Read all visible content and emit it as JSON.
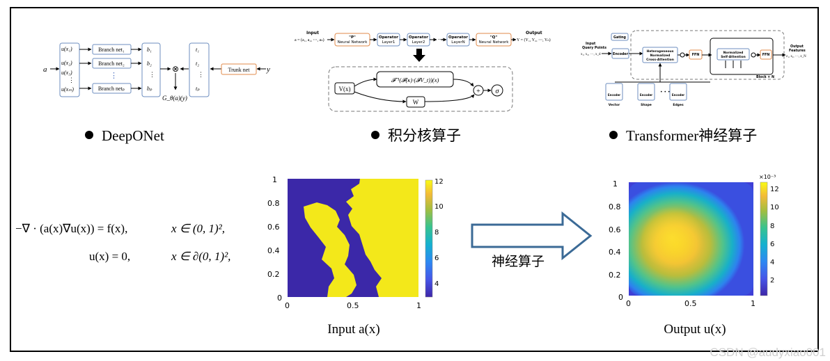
{
  "sections": {
    "deeponet": "DeepONet",
    "integral": "积分核算子",
    "transformer": "Transformer神经算子"
  },
  "deeponet": {
    "input": "a",
    "y": "y",
    "sensors": [
      "u(x₁)",
      "u(x₂)",
      "u(x₃)",
      "⋮",
      "u(xₘ)"
    ],
    "branches": [
      "Branch net₁",
      "Branch net₂",
      "Branch netₚ"
    ],
    "b": [
      "b₁",
      "b₂",
      "⋮",
      "bₚ"
    ],
    "t": [
      "t₁",
      "t₂",
      "⋮",
      "tₚ"
    ],
    "trunk": "Trunk net",
    "output": "G_θ(a)(y)",
    "dots": "⋮",
    "otimes": "⊗",
    "colors": {
      "blue": "#6c8ebf",
      "orange": "#e08a4a"
    }
  },
  "fno": {
    "input_label": "Input",
    "input_expr": "a = (a₁, a₂, ⋯, aₙ)",
    "p_net": "\"P\"",
    "p_net2": "Neural Network",
    "layers": [
      [
        "Operator",
        "Layer1"
      ],
      [
        "Operator",
        "Layer2"
      ],
      [
        "Operator",
        "LayerN"
      ]
    ],
    "dots": "⋯",
    "q_net": "\"Q\"",
    "q_net2": "Neural Network",
    "output_label": "Output",
    "output_expr": "Y = (Y₁, Y₂, ⋯, Yₙ)",
    "vx": "V(x)",
    "kernel": "𝓕⁻¹(𝓕(κ)·(𝓕V_t))(x)",
    "w": "W",
    "plus": "+",
    "sigma": "σ"
  },
  "transformer": {
    "input_label": [
      "Input",
      "Query Points"
    ],
    "input_expr": "x₁, x₂, ⋯, x_d",
    "gating": "Gating",
    "encoder": "Encoder",
    "hetero": [
      "Heterogeneous",
      "Normalized",
      "Cross-Attention"
    ],
    "ffn": "FFN",
    "self_att": [
      "Normalized",
      "Self-Attention"
    ],
    "block": "Block × N",
    "output_label": [
      "Output",
      "Features"
    ],
    "output_expr": "z₁, z₂, ⋯, z_N",
    "enc_small": "Encoder",
    "ellipsis": "• • •",
    "cats": [
      "Vector",
      "Shape",
      "Edges"
    ]
  },
  "equations": {
    "eq1": "−∇ · (a(x)∇u(x)) = f(x),",
    "dom1": "x ∈ (0, 1)²,",
    "eq2": "u(x) = 0,",
    "dom2": "x ∈ ∂(0, 1)²,"
  },
  "arrow_label": "神经算子",
  "input_plot": {
    "caption": "Input a(x)",
    "xticks": [
      "0",
      "0.5",
      "1"
    ],
    "yticks": [
      "0",
      "0.2",
      "0.4",
      "0.6",
      "0.8",
      "1"
    ],
    "colorbar_ticks": [
      "4",
      "6",
      "8",
      "10",
      "12"
    ],
    "vmin": 3,
    "vmax": 12,
    "low_color": "#3b28a8",
    "high_color": "#f3e81a"
  },
  "output_plot": {
    "caption": "Output u(x)",
    "xticks": [
      "0",
      "0.5",
      "1"
    ],
    "yticks": [
      "0",
      "0.2",
      "0.4",
      "0.6",
      "0.8",
      "1"
    ],
    "colorbar_ticks": [
      "2",
      "4",
      "6",
      "8",
      "10",
      "12"
    ],
    "colorbar_exp": "×10⁻³",
    "vmin": 0.5,
    "vmax": 13
  },
  "watermark": "CSDN @audyxiao001"
}
